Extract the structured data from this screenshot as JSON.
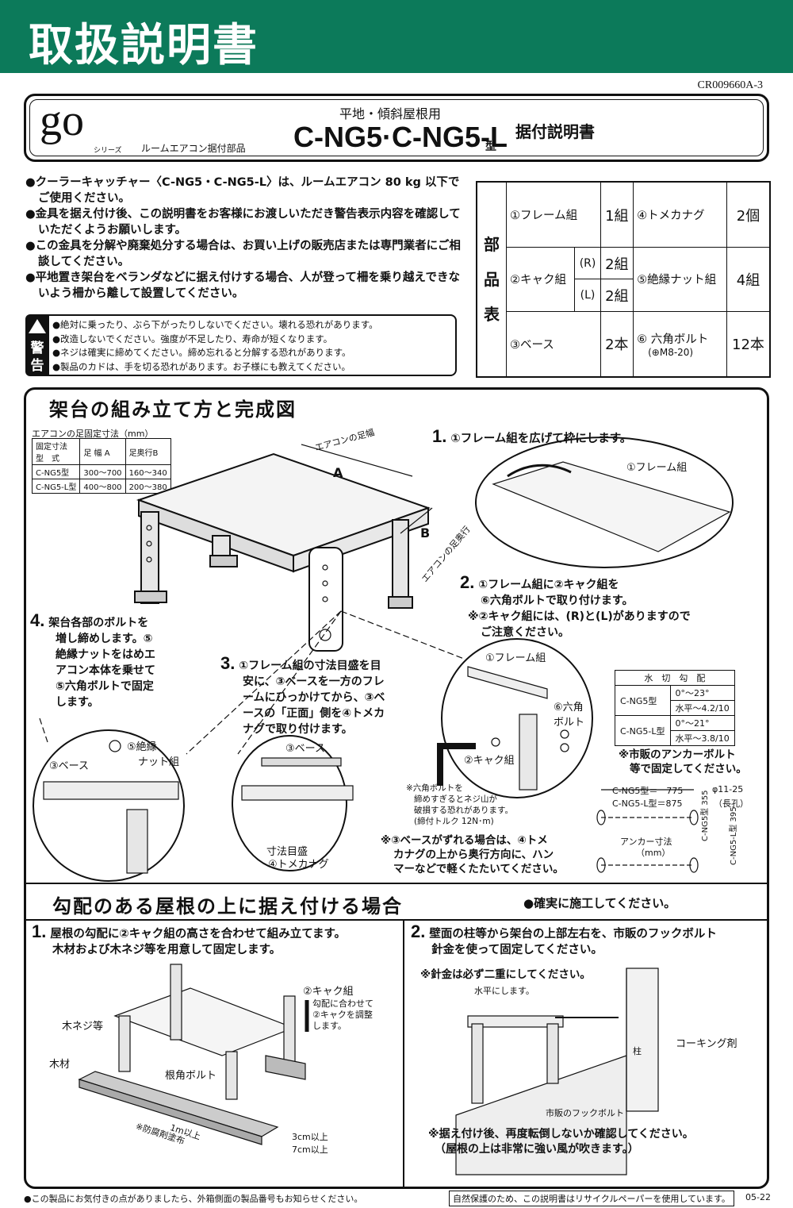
{
  "header": {
    "title": "取扱説明書"
  },
  "doc_code": "CR009660A-3",
  "titlebox": {
    "brand": "go",
    "series": "シリーズ",
    "parts_name": "ルームエアコン据付部品",
    "use": "平地・傾斜屋根用",
    "model": "C-NG5·C-NG5-L",
    "type_char": "型",
    "manual": "据付説明書"
  },
  "bullets": [
    "●クーラーキャッチャー〈C-NG5・C-NG5-L〉は、ルームエアコン 80 kg 以下でご使用ください。",
    "●金具を据え付け後、この説明書をお客様にお渡しいただき警告表示内容を確認していただくようお願いします。",
    "●この金具を分解や廃棄処分する場合は、お買い上げの販売店または専門業者にご相談してください。",
    "●平地置き架台をベランダなどに据え付けする場合、人が登って柵を乗り越えできないよう柵から離して設置してください。"
  ],
  "warning": {
    "label": [
      "警",
      "告"
    ],
    "lines": [
      "●絶対に乗ったり、ぶら下がったりしないでください。壊れる恐れがあります。",
      "●改造しないでください。強度が不足したり、寿命が短くなります。",
      "●ネジは確実に締めてください。締め忘れると分解する恐れがあります。",
      "●製品のカドは、手を切る恐れがあります。お子様にも教えてください。"
    ]
  },
  "parts": {
    "header": [
      "部",
      "品",
      "表"
    ],
    "p1": "①フレーム組",
    "q1": "1組",
    "p4": "④トメカナグ",
    "q4": "2個",
    "p2": "②キャク組",
    "r": "(R)",
    "l": "(L)",
    "qr": "2組",
    "ql": "2組",
    "p5": "⑤絶縁ナット組",
    "q5": "4組",
    "p3": "③ベース",
    "q3": "2本",
    "p6a": "⑥ 六角ボルト",
    "p6b": "(⊕M8-20)",
    "q6": "12本"
  },
  "section1": {
    "title": "架台の組み立て方と完成図",
    "dim_caption": "エアコンの足固定寸法（mm）",
    "dim_table": {
      "h1": "固定寸法",
      "h1b": "型　式",
      "hA": "足 幅 A",
      "hB": "足奥行B",
      "r1": [
        "C-NG5型",
        "300～700",
        "160～340"
      ],
      "r2": [
        "C-NG5-L型",
        "400～800",
        "200～380"
      ]
    },
    "diagram_labels": {
      "width": "エアコンの足幅",
      "a": "A",
      "b": "B",
      "depth": "エアコンの足奥行"
    },
    "step1": {
      "num": "1.",
      "text": "①フレーム組を広げて枠にします。",
      "label": "①フレーム組"
    },
    "step2": {
      "num": "2.",
      "lines": [
        "①フレーム組に②キャク組を",
        "⑥六角ボルトで取り付けます。",
        "※②キャク組には、(R)と(L)がありますので",
        "ご注意ください。"
      ],
      "frame": "①フレーム組",
      "bolt1": "⑥六角",
      "bolt2": "ボルト",
      "leg": "②キャク組",
      "note": [
        "※六角ボルトを",
        "締めすぎるとネジ山が",
        "破損する恐れがあります。",
        "(締付トルク 12N･m)"
      ]
    },
    "step3": {
      "num": "3.",
      "lines": [
        "①フレーム組の寸法目盛を目",
        "安に、③ベースを一方のフレ",
        "ームにひっかけてから、③ベ",
        "ースの「正面」側を④トメカ",
        "ナグで取り付けます。"
      ],
      "base": "③ベース",
      "scale": "寸法目盛",
      "stopper": "④トメカナグ",
      "note": [
        "※③ベースがずれる場合は、④トメ",
        "カナグの上から奥行方向に、ハン",
        "マーなどで軽くたたいてください。"
      ]
    },
    "step4": {
      "num": "4.",
      "lines": [
        "架台各部のボルトを",
        "増し締めします。⑤",
        "絶縁ナットをはめエ",
        "アコン本体を乗せて",
        "⑤六角ボルトで固定",
        "します。"
      ],
      "nut1": "⑤絶縁",
      "nut2": "ナット組",
      "base": "③ベース"
    },
    "slope_table": {
      "title": "水　切　勾　配",
      "r1": [
        "C-NG5型",
        "0°～23°",
        "水平～4.2/10"
      ],
      "r2": [
        "C-NG5-L型",
        "0°～21°",
        "水平～3.8/10"
      ]
    },
    "anchor": {
      "note": [
        "※市販のアンカーボルト",
        "等で固定してください。"
      ],
      "d1": "C-NG5型＝　775",
      "d2": "C-NG5-L型＝875",
      "hole": "φ11-25",
      "hole2": "（長孔）",
      "label": "アンカー寸法",
      "unit": "（mm）",
      "v1": "C-NG5型 355",
      "v2": "C-NG5-L型 395"
    }
  },
  "section2": {
    "title": "勾配のある屋根の上に据え付ける場合",
    "note": "●確実に施工してください。",
    "step1": {
      "num": "1.",
      "lines": [
        "屋根の勾配に②キャク組の高さを合わせて組み立てます。",
        "木材および木ネジ等を用意して固定します。"
      ],
      "leg": "②キャク組",
      "adj": [
        "勾配に合わせて",
        "②キャクを調整",
        "します。"
      ],
      "screw": "木ネジ等",
      "wood": "木材",
      "bolt": "根角ボルト",
      "len": "1m以上",
      "paint": "※防腐剤塗布",
      "t1": "3cm以上",
      "t2": "7cm以上"
    },
    "step2": {
      "num": "2.",
      "lines": [
        "壁面の柱等から架台の上部左右を、市販のフックボルト",
        "針金を使って固定してください。"
      ],
      "wire": "※針金は必ず二重にしてください。",
      "level": "水平にします。",
      "caulk": "コーキング剤",
      "pillar": "柱",
      "hook": "市販のフックボルト",
      "after": [
        "※据え付け後、再度転倒しないか確認してください。",
        "（屋根の上は非常に強い風が吹きます。）"
      ]
    }
  },
  "footer": {
    "left": "●この製品にお気付きの点がありましたら、外箱側面の製品番号もお知らせください。",
    "recycle": "自然保護のため、この説明書はリサイクルペーパーを使用しています。",
    "code": "05-22"
  }
}
